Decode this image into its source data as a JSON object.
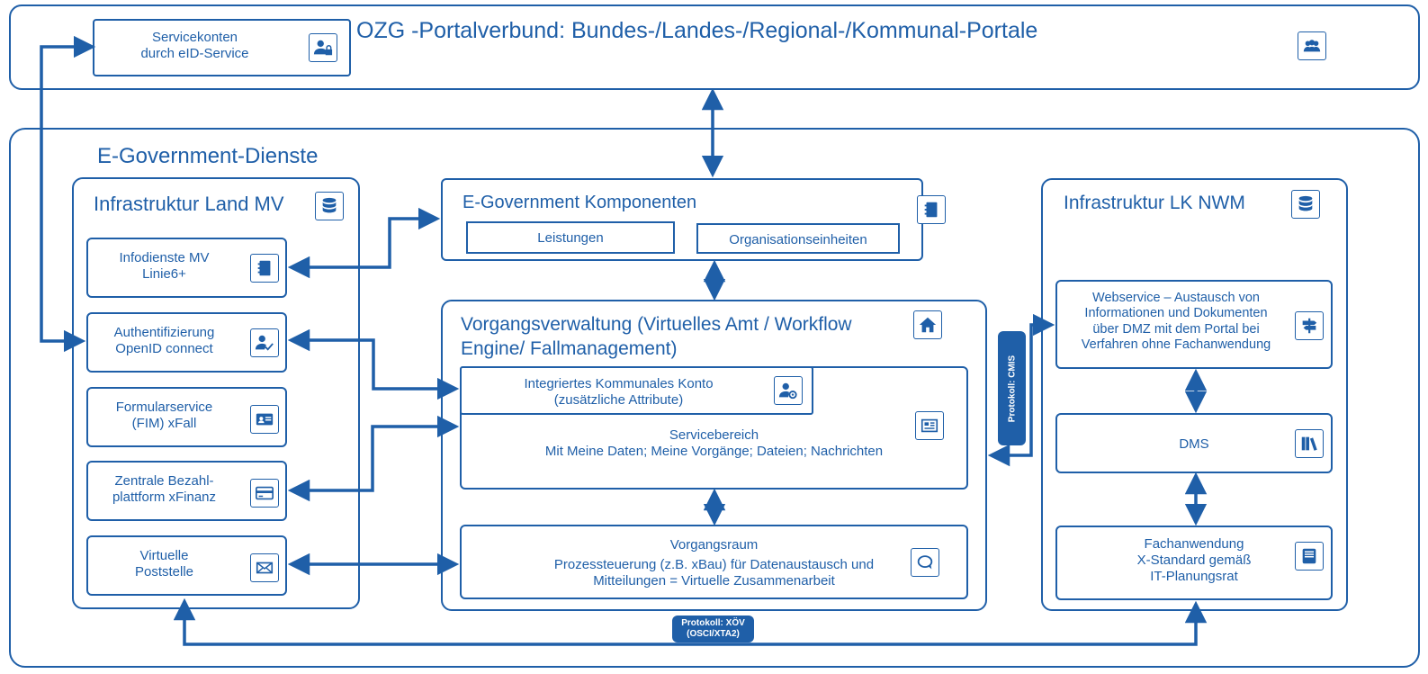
{
  "colors": {
    "primary": "#1f5fa8",
    "background": "#ffffff"
  },
  "portal": {
    "title": "OZG -Portalverbund: Bundes-/Landes-/Regional-/Kommunal-Portale",
    "icon": "group-icon",
    "servicekonten": {
      "line1": "Servicekonten",
      "line2": "durch eID-Service",
      "icon": "user-lock-icon"
    }
  },
  "egov": {
    "title": "E-Government-Dienste",
    "land": {
      "title": "Infrastruktur Land MV",
      "icon": "database-icon",
      "items": [
        {
          "line1": "Infodienste MV",
          "line2": "Linie6+",
          "icon": "address-book-icon"
        },
        {
          "line1": "Authentifizierung",
          "line2": "OpenID connect",
          "icon": "user-check-icon"
        },
        {
          "line1": "Formularservice",
          "line2": "(FIM) xFall",
          "icon": "id-card-icon"
        },
        {
          "line1": "Zentrale Bezahl-",
          "line2": "plattform  xFinanz",
          "icon": "credit-card-icon"
        },
        {
          "line1": "Virtuelle",
          "line2": "Poststelle",
          "icon": "envelope-icon"
        }
      ]
    },
    "komponenten": {
      "title": "E-Government Komponenten",
      "icon": "address-book-icon",
      "leistungen": "Leistungen",
      "organisationseinheiten": "Organisationseinheiten"
    },
    "vorgang": {
      "title1": "Vorgangsverwaltung (Virtuelles Amt / Workflow",
      "title2": "Engine/ Fallmanagement)",
      "icon": "home-icon",
      "konto": {
        "line1": "Integriertes Kommunales Konto",
        "line2": "(zusätzliche Attribute)",
        "icon": "user-gear-icon"
      },
      "service": {
        "line1": "Servicebereich",
        "line2": "Mit Meine Daten; Meine Vorgänge; Dateien;  Nachrichten",
        "icon": "newspaper-icon"
      },
      "raum": {
        "line1": "Vorgangsraum",
        "line2": "Prozessteuerung (z.B. xBau) für  Datenaustausch und",
        "line3": "Mitteilungen  = Virtuelle Zusammenarbeit",
        "icon": "chat-icon"
      }
    },
    "lk": {
      "title": "Infrastruktur LK NWM",
      "icon": "database-icon",
      "webservice": {
        "line1": "Webservice – Austausch von",
        "line2": "Informationen und Dokumenten",
        "line3": "über DMZ mit dem Portal bei",
        "line4": "Verfahren ohne Fachanwendung",
        "icon": "signpost-icon"
      },
      "dms": {
        "label": "DMS",
        "icon": "books-icon"
      },
      "fach": {
        "line1": "Fachanwendung",
        "line2": "X-Standard gemäß",
        "line3": "IT-Planungsrat",
        "icon": "server-icon"
      }
    },
    "protocol_cmis": "Protokoll: CMIS",
    "protocol_xoev": {
      "line1": "Protokoll: XÖV",
      "line2": "(OSCI/XTA2)"
    }
  }
}
